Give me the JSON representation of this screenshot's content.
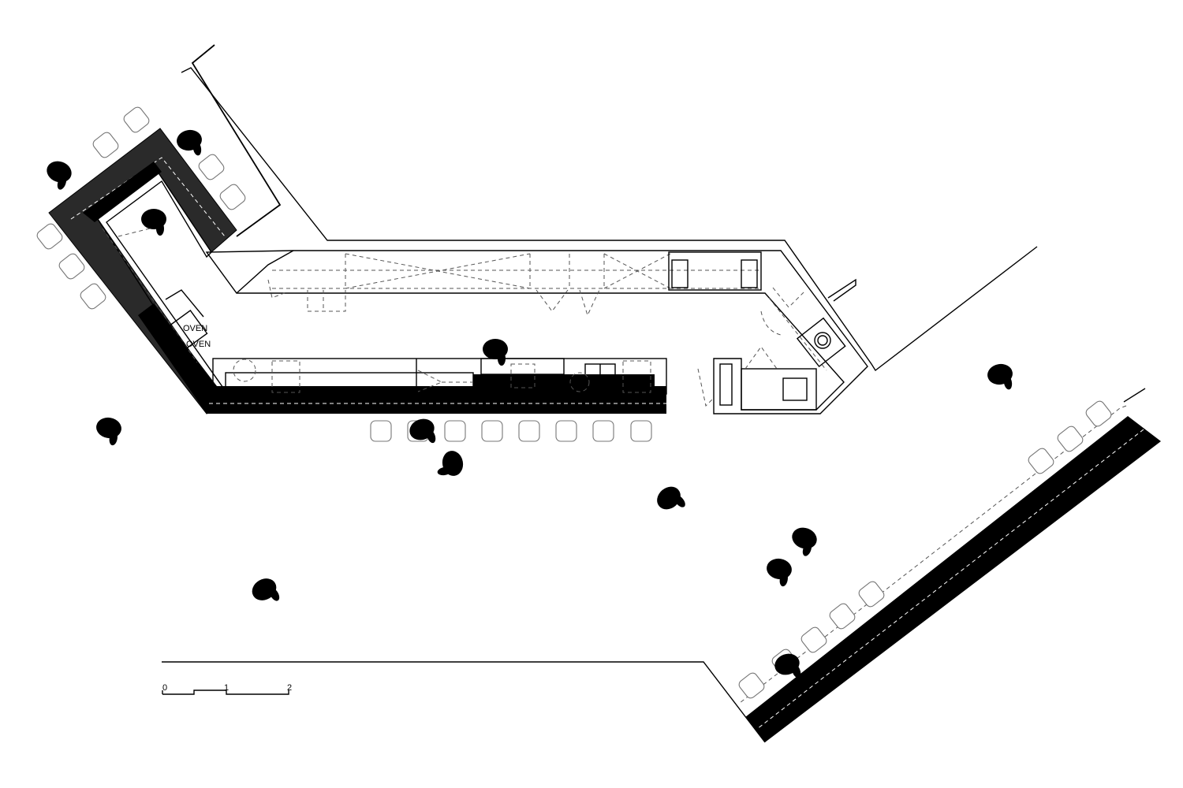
{
  "scale_bar": {
    "ticks": [
      "0",
      "1",
      "2"
    ]
  },
  "labels": {
    "oven_top": "OVEN",
    "oven_bottom": "OVEN"
  }
}
